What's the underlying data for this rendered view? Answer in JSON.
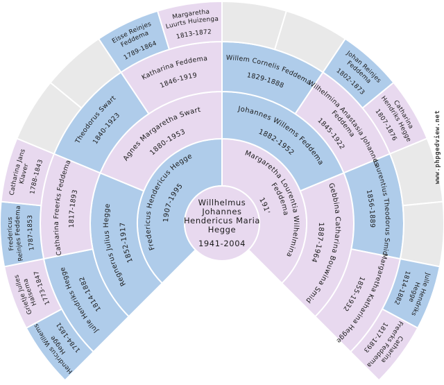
{
  "watermark": "www.phpgedview.net",
  "colors": {
    "male": "#afccea",
    "female": "#e8d9ef",
    "empty": "#e9e9e9",
    "outline": "#ffffff",
    "text": "#1a1a1a",
    "watermark": "#3a3a3a",
    "background": "#ffffff"
  },
  "center_person": {
    "name_lines": [
      "Willhelmus",
      "Johannes",
      "Hendericus Maria",
      "Hegge"
    ],
    "dates": "1941-2004"
  },
  "generations": [
    [
      {
        "sex": "M",
        "name_lines": [
          "Fredericus Hendericus Hegge"
        ],
        "dates": "1907-1995"
      },
      {
        "sex": "F",
        "name_lines": [
          "Margaretha Lourentia Wilhelmina",
          "Feddema"
        ],
        "dates": "191'"
      }
    ],
    [
      {
        "sex": "M",
        "name_lines": [
          "Regnerus Julius Hegge"
        ],
        "dates": "1852-1917"
      },
      {
        "sex": "F",
        "name_lines": [
          "Agnes Margaretha Swart"
        ],
        "dates": "1880-1953"
      },
      {
        "sex": "M",
        "name_lines": [
          "Johannes Willems Feddema"
        ],
        "dates": "1882-1952"
      },
      {
        "sex": "F",
        "name_lines": [
          "Gebbina Catharina Bouwina Smid"
        ],
        "dates": "1887-1964"
      }
    ],
    [
      {
        "sex": "M",
        "name_lines": [
          "Julle Hendriks Hegge"
        ],
        "dates": "1814-1882"
      },
      {
        "sex": "F",
        "name_lines": [
          "Catharina Freerks Feddema"
        ],
        "dates": "1817-1893"
      },
      {
        "sex": "M",
        "name_lines": [
          "Theodorus Swart"
        ],
        "dates": "1840-1923"
      },
      {
        "sex": "F",
        "name_lines": [
          "Katharina Feddema"
        ],
        "dates": "1846-1919"
      },
      {
        "sex": "M",
        "name_lines": [
          "Willem Cornelis Feddema"
        ],
        "dates": "1829-1888"
      },
      {
        "sex": "F",
        "name_lines": [
          "Wilhelmina Anastasia Johannes",
          "Feddema"
        ],
        "dates": "1845-1922"
      },
      {
        "sex": "M",
        "name_lines": [
          "Laurentius Theodorus Smid"
        ],
        "dates": "1856-1889"
      },
      {
        "sex": "F",
        "name_lines": [
          "Margaretha Katharina Hegge"
        ],
        "dates": "1855-1932"
      }
    ],
    [
      {
        "sex": "M",
        "name_lines": [
          "Hendricus Willems",
          "Hegge"
        ],
        "dates": "1784-1851"
      },
      {
        "sex": "F",
        "name_lines": [
          "Grietje Julles",
          "Halsema"
        ],
        "dates": "1773-1847"
      },
      {
        "sex": "M",
        "name_lines": [
          "Fredericus",
          "Reinjes Feddema"
        ],
        "dates": "1787-1853"
      },
      {
        "sex": "F",
        "name_lines": [
          "Catharina Jans",
          "Klaver"
        ],
        "dates": "1788-1843"
      },
      {
        "empty": true
      },
      {
        "empty": true
      },
      {
        "sex": "M",
        "name_lines": [
          "Eisse Reinjes",
          "Feddema"
        ],
        "dates": "1789-1864"
      },
      {
        "sex": "F",
        "name_lines": [
          "Margaretha",
          "Luurts Huizenga"
        ],
        "dates": "1813-1872"
      },
      {
        "empty": true
      },
      {
        "empty": true
      },
      {
        "sex": "M",
        "name_lines": [
          "Johan Reinjes",
          "Feddema"
        ],
        "dates": "1802-1873"
      },
      {
        "sex": "F",
        "name_lines": [
          "Catharina",
          "Hendriks Hegge"
        ],
        "dates": "1807-1876"
      },
      {
        "empty": true
      },
      {
        "empty": true
      },
      {
        "sex": "M",
        "name_lines": [
          "Julle Hendriks",
          "Hegge"
        ],
        "dates": "1814-1882"
      },
      {
        "sex": "F",
        "name_lines": [
          "Catharina",
          "Freerks Feddema"
        ],
        "dates": "1817-1893"
      }
    ]
  ],
  "chart_data": {
    "type": "fan-pedigree",
    "title": "",
    "center": {
      "name": "Willhelmus Johannes Hendericus Maria Hegge",
      "dates": "1941-2004"
    },
    "fan_angle_degrees": 270,
    "generation_rings": 4,
    "people": [
      {
        "gen": 1,
        "slot": 1,
        "name": "Fredericus Hendericus Hegge",
        "dates": "1907-1995",
        "sex": "M"
      },
      {
        "gen": 1,
        "slot": 2,
        "name": "Margaretha Lourentia Wilhelmina Feddema",
        "dates": "191'",
        "sex": "F"
      },
      {
        "gen": 2,
        "slot": 1,
        "name": "Regnerus Julius Hegge",
        "dates": "1852-1917",
        "sex": "M"
      },
      {
        "gen": 2,
        "slot": 2,
        "name": "Agnes Margaretha Swart",
        "dates": "1880-1953",
        "sex": "F"
      },
      {
        "gen": 2,
        "slot": 3,
        "name": "Johannes Willems Feddema",
        "dates": "1882-1952",
        "sex": "M"
      },
      {
        "gen": 2,
        "slot": 4,
        "name": "Gebbina Catharina Bouwina Smid",
        "dates": "1887-1964",
        "sex": "F"
      },
      {
        "gen": 3,
        "slot": 1,
        "name": "Julle Hendriks Hegge",
        "dates": "1814-1882",
        "sex": "M"
      },
      {
        "gen": 3,
        "slot": 2,
        "name": "Catharina Freerks Feddema",
        "dates": "1817-1893",
        "sex": "F"
      },
      {
        "gen": 3,
        "slot": 3,
        "name": "Theodorus Swart",
        "dates": "1840-1923",
        "sex": "M"
      },
      {
        "gen": 3,
        "slot": 4,
        "name": "Katharina Feddema",
        "dates": "1846-1919",
        "sex": "F"
      },
      {
        "gen": 3,
        "slot": 5,
        "name": "Willem Cornelis Feddema",
        "dates": "1829-1888",
        "sex": "M"
      },
      {
        "gen": 3,
        "slot": 6,
        "name": "Wilhelmina Anastasia Johannes Feddema",
        "dates": "1845-1922",
        "sex": "F"
      },
      {
        "gen": 3,
        "slot": 7,
        "name": "Laurentius Theodorus Smid",
        "dates": "1856-1889",
        "sex": "M"
      },
      {
        "gen": 3,
        "slot": 8,
        "name": "Margaretha Katharina Hegge",
        "dates": "1855-1932",
        "sex": "F"
      },
      {
        "gen": 4,
        "slot": 1,
        "name": "Hendricus Willems Hegge",
        "dates": "1784-1851",
        "sex": "M"
      },
      {
        "gen": 4,
        "slot": 2,
        "name": "Grietje Julles Halsema",
        "dates": "1773-1847",
        "sex": "F"
      },
      {
        "gen": 4,
        "slot": 3,
        "name": "Fredericus Reinjes Feddema",
        "dates": "1787-1853",
        "sex": "M"
      },
      {
        "gen": 4,
        "slot": 4,
        "name": "Catharina Jans Klaver",
        "dates": "1788-1843",
        "sex": "F"
      },
      {
        "gen": 4,
        "slot": 7,
        "name": "Eisse Reinjes Feddema",
        "dates": "1789-1864",
        "sex": "M"
      },
      {
        "gen": 4,
        "slot": 8,
        "name": "Margaretha Luurts Huizenga",
        "dates": "1813-1872",
        "sex": "F"
      },
      {
        "gen": 4,
        "slot": 11,
        "name": "Johan Reinjes Feddema",
        "dates": "1802-1873",
        "sex": "M"
      },
      {
        "gen": 4,
        "slot": 12,
        "name": "Catharina Hendriks Hegge",
        "dates": "1807-1876",
        "sex": "F"
      },
      {
        "gen": 4,
        "slot": 15,
        "name": "Julle Hendriks Hegge",
        "dates": "1814-1882",
        "sex": "M"
      },
      {
        "gen": 4,
        "slot": 16,
        "name": "Catharina Freerks Feddema",
        "dates": "1817-1893",
        "sex": "F"
      }
    ],
    "empty_slots": [
      {
        "gen": 4,
        "slots": [
          5,
          6,
          9,
          10,
          13,
          14
        ]
      }
    ]
  }
}
